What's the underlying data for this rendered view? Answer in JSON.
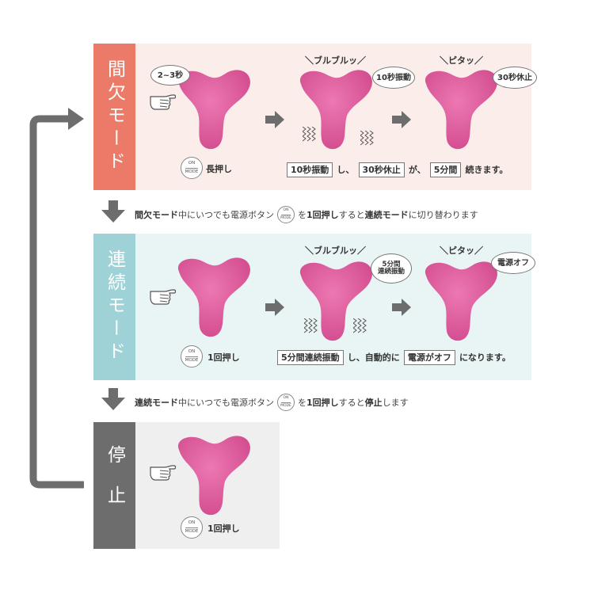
{
  "modes": {
    "intermittent": {
      "label": "間欠モード",
      "color": "#ec7a68",
      "bg": "#fbeeea"
    },
    "continuous": {
      "label": "連続モード",
      "color": "#9fd2d6",
      "bg": "#e9f4f5"
    },
    "stop": {
      "label": "停止",
      "color": "#6d6d6d",
      "bg": "#efefef"
    }
  },
  "row1": {
    "bubble_press": "2~3秒",
    "sound_vibrate": "ブルブルッ",
    "sound_stop": "ピタッ",
    "bubble_vibrate": "10秒振動",
    "bubble_rest": "30秒休止",
    "button_on": "ON",
    "button_mode": "MODE",
    "press_text": "長押し",
    "desc_box1": "10秒振動",
    "desc_t1": "し、",
    "desc_box2": "30秒休止",
    "desc_t2": "が、",
    "desc_box3": "5分間",
    "desc_t3": "続きます。"
  },
  "caption1": {
    "part1": "間欠モード",
    "part2": "中にいつでも電源ボタン",
    "part3": "を",
    "part4": "1回押し",
    "part5": "すると",
    "part6": "連続モード",
    "part7": "に切り替わります"
  },
  "row2": {
    "sound_vibrate": "ブルブルッ",
    "sound_stop": "ピタッ",
    "bubble_vibrate_l1": "5分間",
    "bubble_vibrate_l2": "連続振動",
    "bubble_off": "電源オフ",
    "button_on": "ON",
    "button_mode": "MODE",
    "press_text": "1回押し",
    "desc_box1": "5分間連続振動",
    "desc_t1": "し、自動的に",
    "desc_box2": "電源がオフ",
    "desc_t2": "になります。"
  },
  "caption2": {
    "part1": "連続モード",
    "part2": "中にいつでも電源ボタン",
    "part3": "を",
    "part4": "1回押し",
    "part5": "すると",
    "part6": "停止",
    "part7": "します"
  },
  "row3": {
    "button_on": "ON",
    "button_mode": "MODE",
    "press_text": "1回押し"
  },
  "colors": {
    "device_pink": "#d94f95",
    "arrow_gray": "#6d6d6d"
  },
  "icons": [
    "pointing-hand-icon",
    "massager-device-icon",
    "right-arrow-icon",
    "down-arrow-icon",
    "vibration-lines-icon",
    "return-loop-arrow-icon"
  ]
}
